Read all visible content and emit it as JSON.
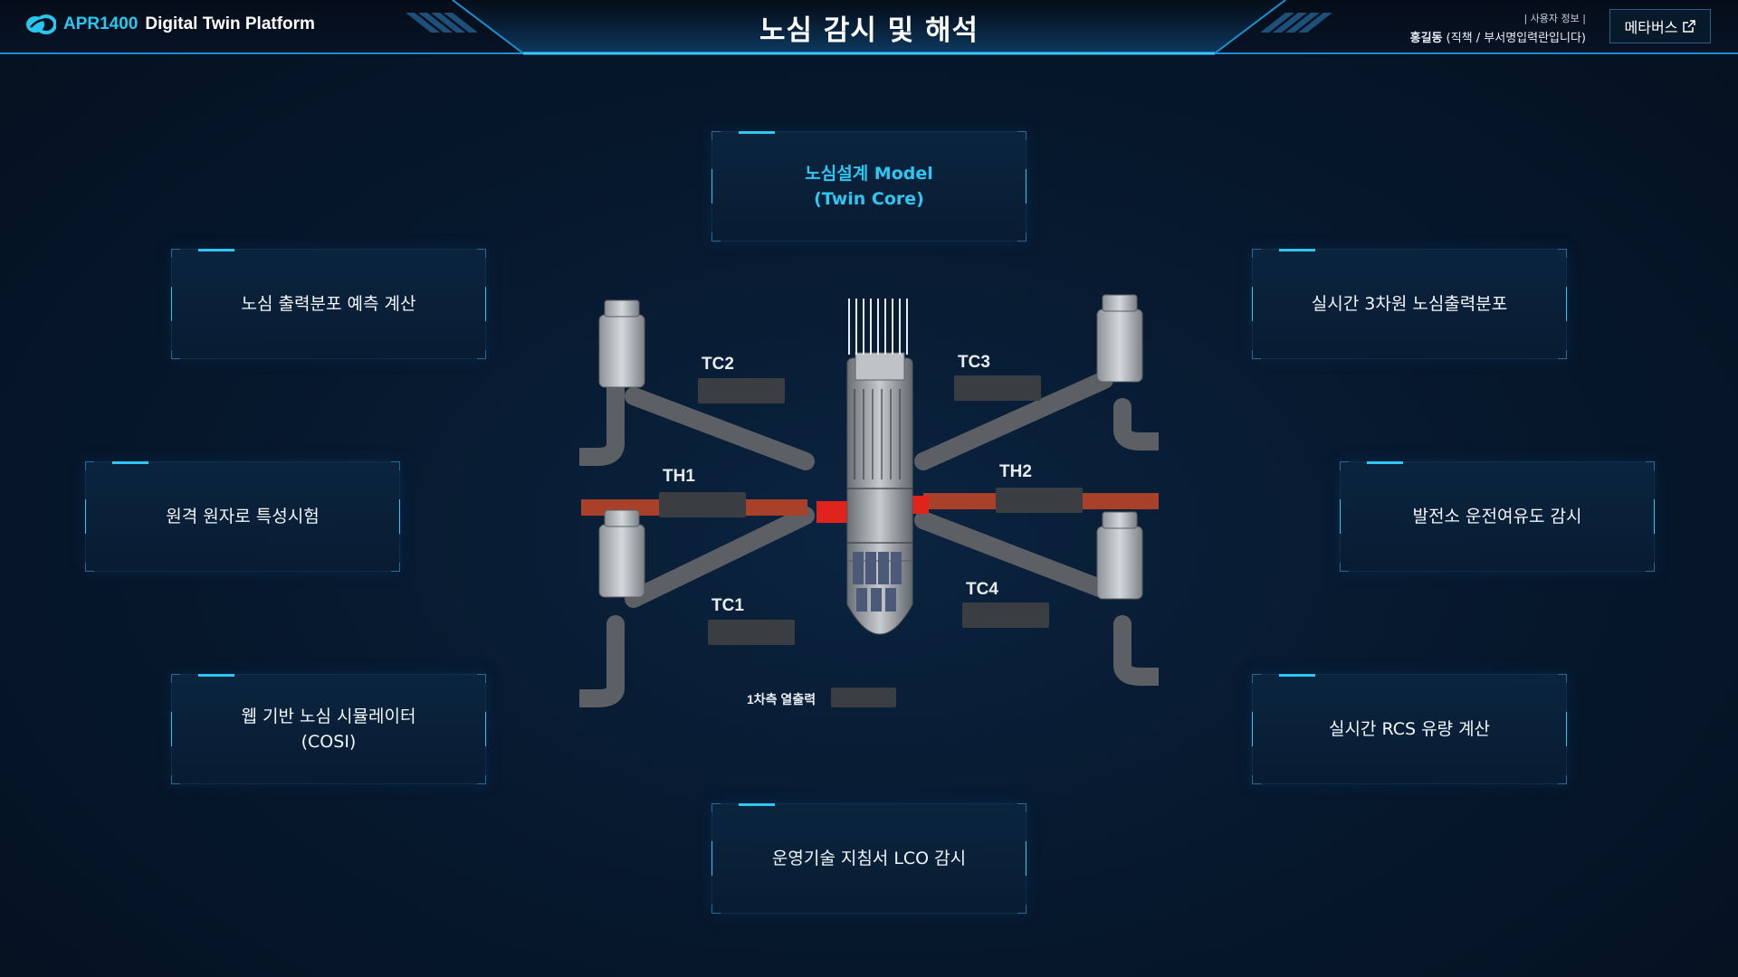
{
  "header": {
    "brand_accent": "APR1400",
    "brand_rest": "Digital Twin Platform",
    "title": "노심 감시 및 해석",
    "user_caption": "| 사용자 정보 |",
    "user_name": "홍길동",
    "user_detail": "(직책 / 부서명입력란입니다)",
    "metaverse_label": "메타버스",
    "metaverse_icon": "external-link-icon"
  },
  "panels": {
    "center_top": "노심설계 Model\n(Twin Core)",
    "left_1": "노심 출력분포 예측 계산",
    "left_2": "원격 원자로 특성시험",
    "left_3": "웹 기반 노심 시뮬레이터\n(COSI)",
    "right_1": "실시간 3차원 노심출력분포",
    "right_2": "발전소 운전여유도 감시",
    "right_3": "실시간 RCS 유량 계산",
    "center_bottom": "운영기술 지침서 LCO 감시"
  },
  "diagram": {
    "tags": {
      "tc1": "TC1",
      "tc2": "TC2",
      "tc3": "TC3",
      "tc4": "TC4",
      "th1": "TH1",
      "th2": "TH2",
      "primary_power": "1차측 열출력"
    }
  },
  "colors": {
    "accent": "#27c7ee",
    "panel_bg": "#0b253f",
    "hot_leg": "#b8482c",
    "pipe": "#5c6064"
  }
}
